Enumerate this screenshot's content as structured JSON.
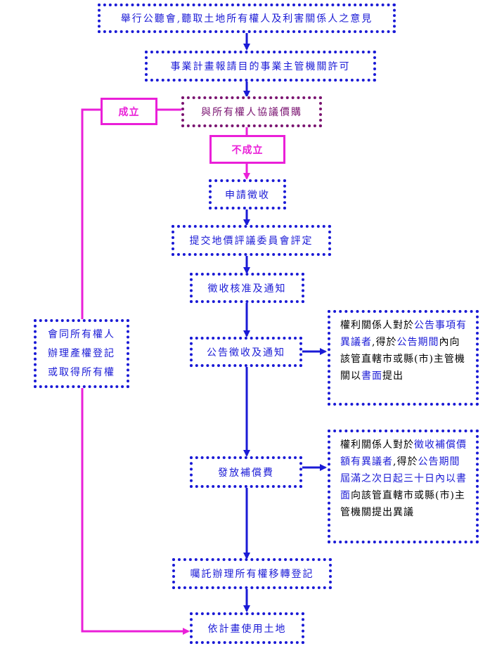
{
  "steps": {
    "hearing": "舉行公聽會,聽取土地所有權人及利害關係人之意見",
    "approval": "事業計畫報請目的事業主管機關許可",
    "negotiate": "與所有權人協議價購",
    "apply": "申請徵收",
    "valuation": "提交地價評議委員會評定",
    "approve_notify": "徵收核准及通知",
    "announce": "公告徵收及通知",
    "compensate": "發放補償費",
    "transfer": "囑託辦理所有權移轉登記",
    "use_land": "依計畫使用土地"
  },
  "branches": {
    "success": "成立",
    "failure": "不成立",
    "register_lines": [
      "會同所有權人",
      "辦理產權登記",
      "或取得所有權"
    ]
  },
  "notes": {
    "announce": [
      {
        "t": "權利關係人對於",
        "hl": false
      },
      {
        "t": "公告事項有異議者",
        "hl": true
      },
      {
        "t": ",得於",
        "hl": false
      },
      {
        "t": "公告期間",
        "hl": true
      },
      {
        "t": "內向該管直轄市或縣(市)主管機關以",
        "hl": false
      },
      {
        "t": "書面",
        "hl": true
      },
      {
        "t": "提出",
        "hl": false
      }
    ],
    "compensate": [
      {
        "t": "權利關係人對於",
        "hl": false
      },
      {
        "t": "徵收補償價額有異議者",
        "hl": true
      },
      {
        "t": ",得於",
        "hl": false
      },
      {
        "t": "公告期間屆滿之次日起三十日內以書面",
        "hl": true
      },
      {
        "t": "向該管直轄市或縣(市)主管機關提出異議",
        "hl": false
      }
    ]
  },
  "colors": {
    "main_flow": "#1a1ad6",
    "branch": "#ea1fd8",
    "negotiate_border": "#7a1370",
    "note_text": "#000000"
  }
}
